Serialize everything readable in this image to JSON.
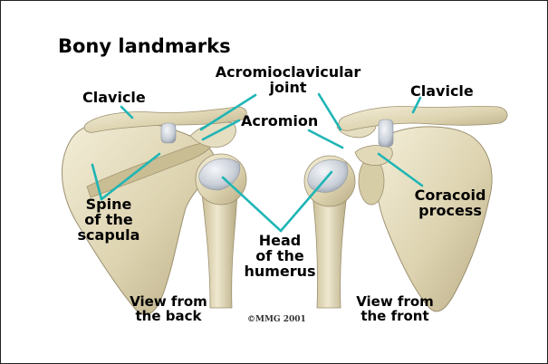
{
  "title": "Bony landmarks",
  "labels": {
    "clavicle_left": "Clavicle",
    "clavicle_right": "Clavicle",
    "ac_joint_line1": "Acromioclavicular",
    "ac_joint_line2": "joint",
    "acromion": "Acromion",
    "spine_line1": "Spine",
    "spine_line2": "of the",
    "spine_line3": "scapula",
    "coracoid_line1": "Coracoid",
    "coracoid_line2": "process",
    "head_line1": "Head",
    "head_line2": "of the",
    "head_line3": "humerus",
    "view_back_line1": "View from",
    "view_back_line2": "the back",
    "view_front_line1": "View from",
    "view_front_line2": "the front"
  },
  "copyright": "©MMG 2001",
  "colors": {
    "leader_line": "#1fb5b5",
    "bone_light": "#ece6cc",
    "bone_mid": "#d9d0ad",
    "bone_shadow": "#b8ac84",
    "cartilage": "#c9ced6"
  }
}
